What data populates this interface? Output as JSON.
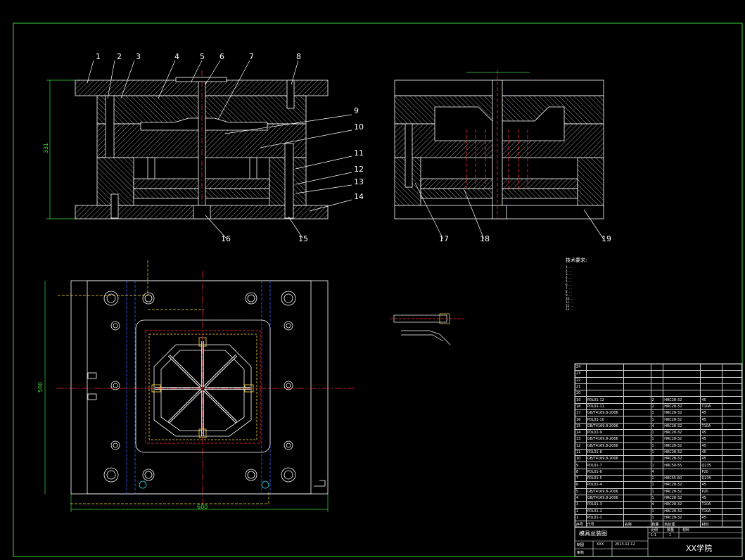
{
  "part_numbers": [
    "1",
    "2",
    "3",
    "4",
    "5",
    "6",
    "7",
    "8",
    "9",
    "10",
    "11",
    "12",
    "13",
    "14",
    "15",
    "16",
    "17",
    "18",
    "19"
  ],
  "dimensions": {
    "height_front": "331",
    "height_plan": "500",
    "width_plan": "600"
  },
  "notes": {
    "title": "技术要求:",
    "lines": [
      "1. ...",
      "2. ...",
      "3. ...",
      "4. ...",
      "5. ...",
      "6. ...",
      "7. ...",
      "8. ...",
      "9. ...",
      "10. ...",
      "11. ...",
      "12. ...",
      "13. ..."
    ]
  },
  "bom_rows": [
    [
      "24",
      "",
      "",
      "",
      "",
      ""
    ],
    [
      "23",
      "",
      "",
      "",
      "",
      ""
    ],
    [
      "22",
      "",
      "",
      "",
      "",
      ""
    ],
    [
      "21",
      "",
      "",
      "",
      "",
      ""
    ],
    [
      "20",
      "",
      "",
      "",
      "",
      ""
    ],
    [
      "19",
      "PDL01-12",
      "",
      "2",
      "HRC28-32",
      "45"
    ],
    [
      "18",
      "PDL01-11",
      "",
      "2",
      "HRC28-32",
      "T10A"
    ],
    [
      "17",
      "GB/T4169.8-2006",
      "",
      "1",
      "HRC28-32",
      "45"
    ],
    [
      "16",
      "PDL01-10",
      "",
      "1",
      "HRC28-32",
      "45"
    ],
    [
      "15",
      "GB/T4169.8-2006",
      "",
      "4",
      "HRC28-32",
      "T10A"
    ],
    [
      "14",
      "PDL01-9",
      "",
      "1",
      "HRC28-32",
      "45"
    ],
    [
      "13",
      "GB/T4169.8-2006",
      "",
      "1",
      "HRC28-32",
      "45"
    ],
    [
      "12",
      "GB/T4169.8-2006",
      "",
      "1",
      "HRC28-32",
      "45"
    ],
    [
      "11",
      "PDL01-8",
      "",
      "1",
      "HRC28-32",
      "45"
    ],
    [
      "10",
      "GB/T4169.8-2006",
      "",
      "1",
      "HRC28-32",
      "45"
    ],
    [
      "9",
      "PDL01-7",
      "",
      "1",
      "HRC50-55",
      "Q235"
    ],
    [
      "8",
      "PDL01-6",
      "",
      "4",
      "",
      "P20"
    ],
    [
      "7",
      "PDL01-5",
      "",
      "1",
      "HRC55-60",
      "Q235"
    ],
    [
      "6",
      "PDL01-4",
      "",
      "1",
      "HRC28-32",
      "45"
    ],
    [
      "5",
      "GB/T4169.8-2006",
      "",
      "1",
      "HRC28-32",
      "P20"
    ],
    [
      "4",
      "GB/T4169.8-2006",
      "",
      "1",
      "HRC28-32",
      "45"
    ],
    [
      "3",
      "PDL01-3",
      "",
      "4",
      "HRC28-32",
      "T10A"
    ],
    [
      "2",
      "PDL01-2",
      "",
      "1",
      "HRC28-32",
      "T10A"
    ],
    [
      "1",
      "PDL01-1",
      "",
      "1",
      "HRC28-32",
      "45"
    ],
    [
      "序号",
      "代号",
      "名称",
      "数量",
      "热处理",
      "材料"
    ]
  ],
  "title_block": {
    "drawing_name": "模具总装图",
    "school": "XX学院",
    "scale_label": "比例",
    "scale": "1:1",
    "sheet_label": "数量",
    "sheet": "1",
    "designer": "XXX",
    "date": "2013.12.12",
    "row_label_a": "制图",
    "row_label_b": "审核",
    "mat_label": "材料"
  },
  "colors": {
    "outline": "#ffffff",
    "hatch": "#e8e8e8",
    "dimension": "#3cdc3c",
    "center": "#ff3030",
    "cyan": "#30e0ff",
    "magenta": "#ff40ff",
    "frame": "#3cdc3c",
    "blue": "#4060ff",
    "yellow": "#ffe040"
  }
}
